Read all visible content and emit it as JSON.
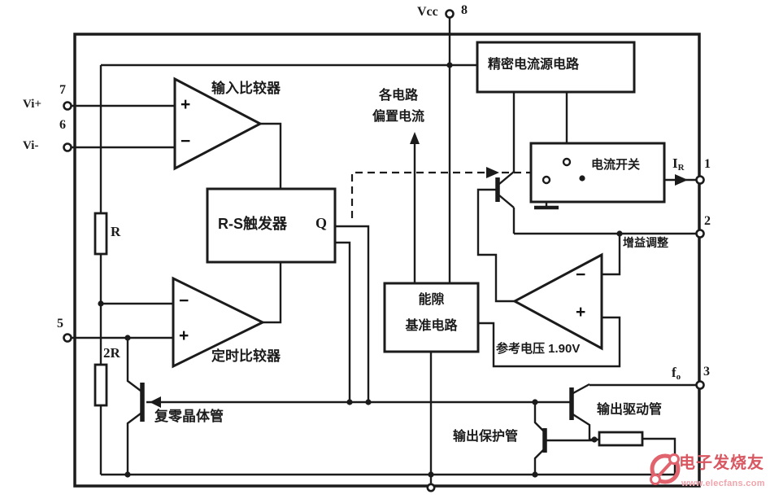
{
  "colors": {
    "ink": "#1b1b1b",
    "paper": "#ffffff",
    "watermark_strong": "#d85862",
    "watermark_soft": "#f0a4ab"
  },
  "pins": {
    "p8": {
      "label": "Vcc",
      "number": "8"
    },
    "p7": {
      "label": "Vi+",
      "number": "7"
    },
    "p6": {
      "label": "Vi-",
      "number": "6"
    },
    "p5": {
      "number": "5"
    },
    "p1": {
      "label": "I",
      "label_sub": "R",
      "number": "1"
    },
    "p2": {
      "label": "增益调整",
      "number": "2"
    },
    "p3": {
      "label": "f",
      "label_sub": "o",
      "number": "3"
    }
  },
  "blocks": {
    "input_comparator": "输入比较器",
    "rs_flipflop": "R-S触发器",
    "q_output": "Q",
    "precision_current_source": "精密电流源电路",
    "current_switch": "电流开关",
    "bias_note_line1": "各电路",
    "bias_note_line2": "偏置电流",
    "bandgap_line1": "能隙",
    "bandgap_line2": "基准电路",
    "reference_voltage": "参考电压 1.90V",
    "timing_comparator": "定时比较器",
    "reset_transistor": "复零晶体管",
    "output_driver": "输出驱动管",
    "output_protector": "输出保护管",
    "resistor_r": "R",
    "resistor_2r": "2R",
    "plus": "+",
    "minus": "−"
  },
  "watermark": {
    "title": "电子发烧友",
    "url": "www.elecfans.com"
  }
}
